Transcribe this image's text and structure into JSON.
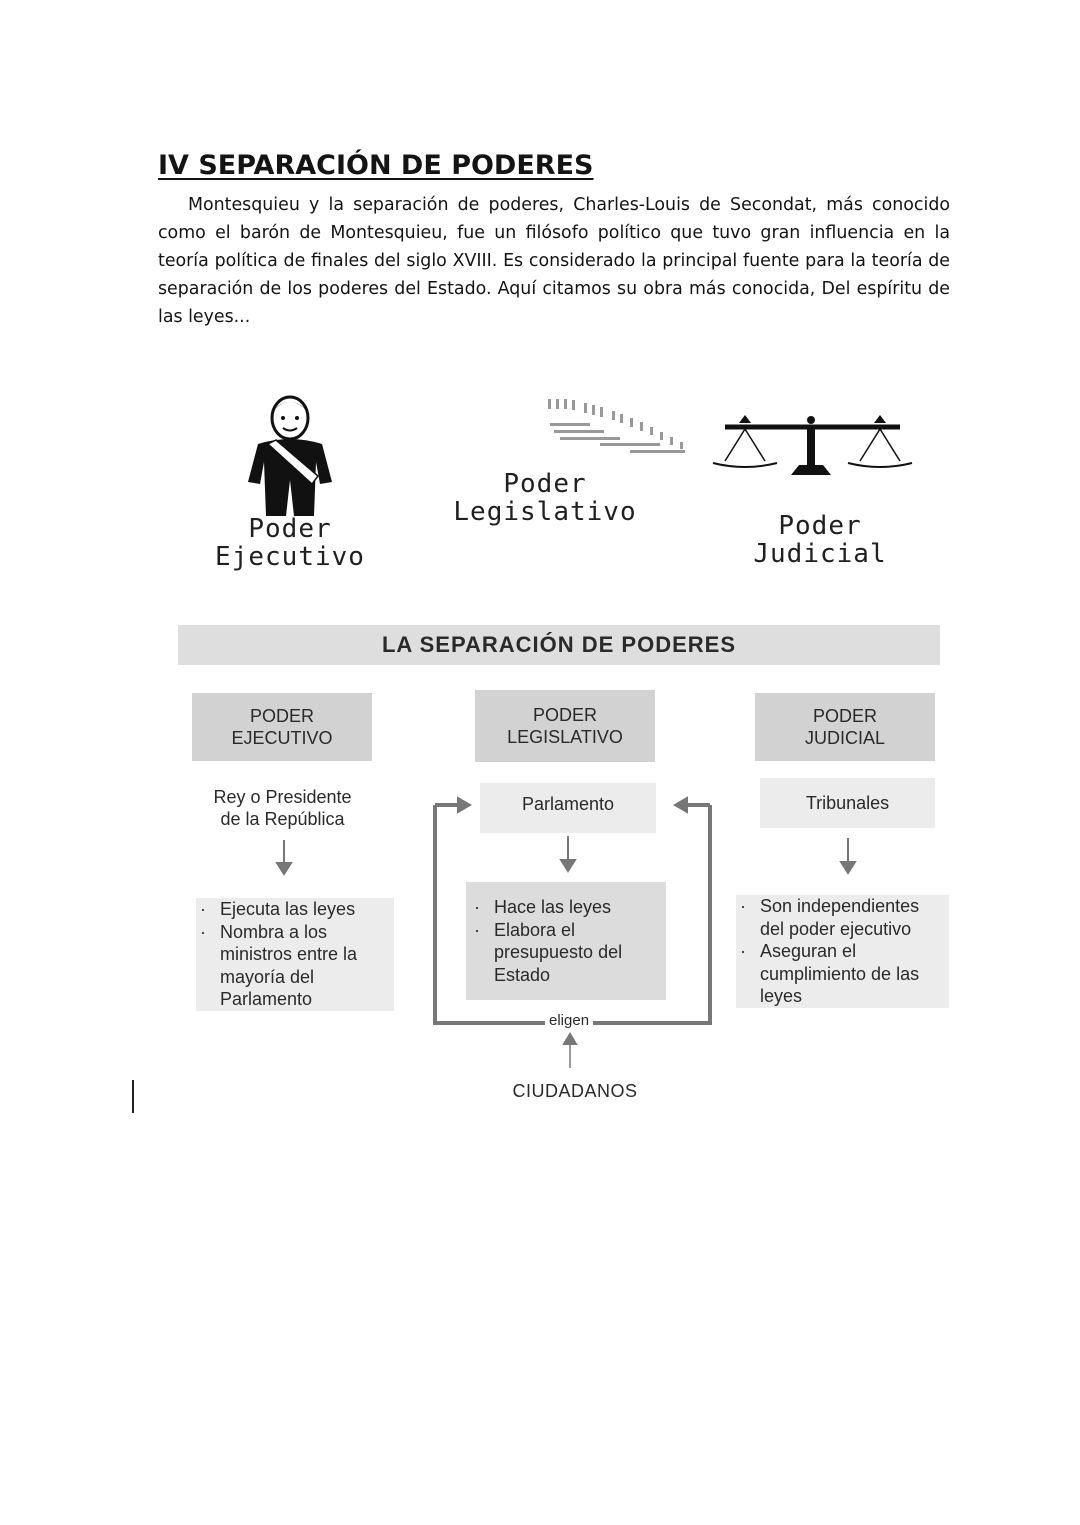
{
  "title": "IV SEPARACIÓN DE PODERES",
  "intro": "Montesquieu y la separación de poderes, Charles-Louis de Secondat, más conocido como el barón de Montesquieu, fue un filósofo político que tuvo gran influencia en la teoría política de finales del siglo XVIII. Es considerado la principal fuente para la teoría de separación de los poderes del Estado. Aquí citamos su obra más conocida, Del espíritu de las leyes...",
  "illustrations": {
    "ejecutivo": [
      "Poder",
      "Ejecutivo"
    ],
    "legislativo": [
      "Poder",
      "Legislativo"
    ],
    "judicial": [
      "Poder",
      "Judicial"
    ]
  },
  "diagram": {
    "title": "LA SEPARACIÓN DE PODERES",
    "columns": [
      {
        "header": [
          "PODER",
          "EJECUTIVO"
        ],
        "body": [
          "Rey o Presidente",
          "de la República"
        ],
        "duties": [
          "Ejecuta las leyes",
          "Nombra a los ministros entre la mayoría del Parlamento"
        ]
      },
      {
        "header": [
          "PODER",
          "LEGISLATIVO"
        ],
        "body": [
          "Parlamento"
        ],
        "duties": [
          "Hace las leyes",
          "Elabora el presupuesto del Estado"
        ]
      },
      {
        "header": [
          "PODER",
          "JUDICIAL"
        ],
        "body": [
          "Tribunales"
        ],
        "duties": [
          "Son independientes del poder ejecutivo",
          "Aseguran el cumplimiento de las leyes"
        ]
      }
    ],
    "eligen": "eligen",
    "ciudadanos": "CIUDADANOS"
  }
}
